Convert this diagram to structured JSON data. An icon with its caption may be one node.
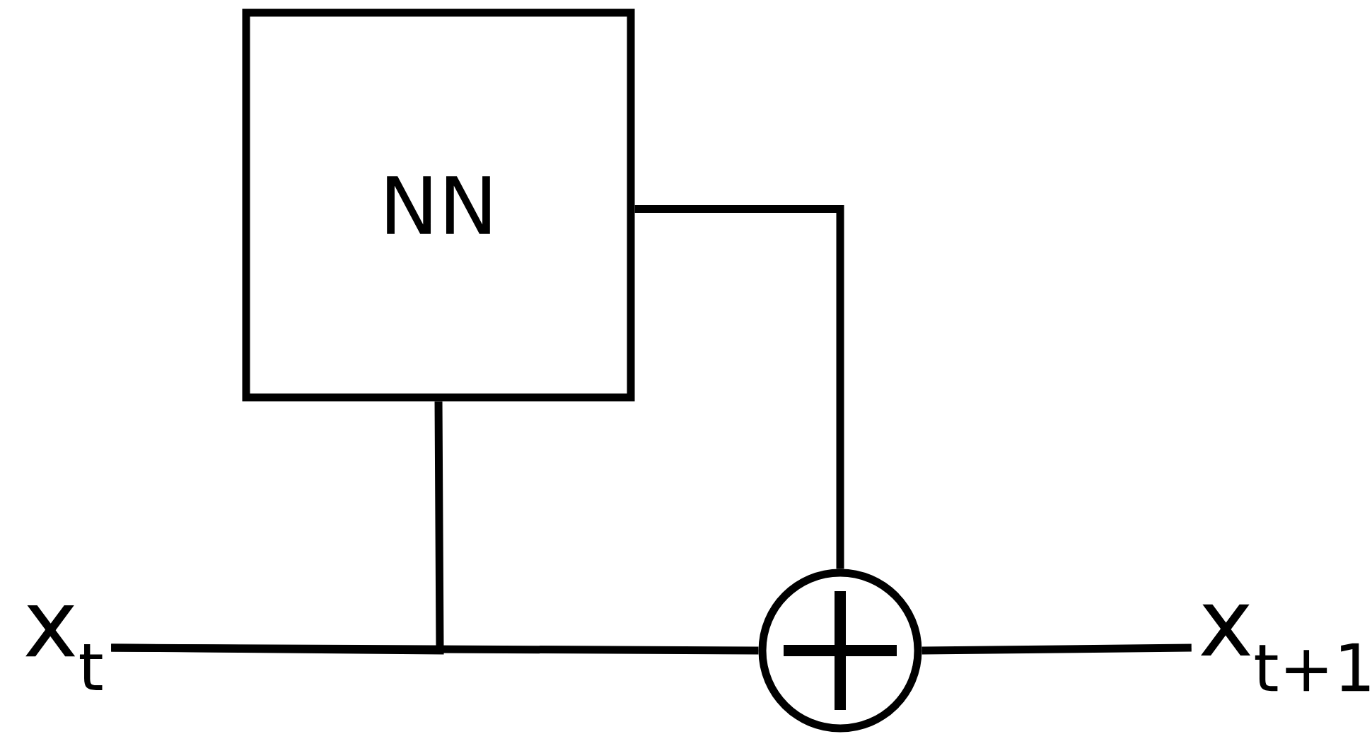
{
  "diagram": {
    "nodes": [
      {
        "text": [
          "x$_{t}$"
        ]
      },
      {
        "text": [
          "NN"
        ]
      },
      {
        "text": [],
        "shape": "circle"
      },
      {
        "text": [
          "x$_{t+1}$"
        ]
      }
    ],
    "edges": [
      {
        "from": 0,
        "to": 1,
        "arrow": "none"
      },
      {
        "from": 0,
        "to": 2,
        "arrow": "none"
      },
      {
        "from": 1,
        "to": 2,
        "arrow": "none"
      },
      {
        "from": 2,
        "to": 3,
        "arrow": "none"
      }
    ]
  }
}
